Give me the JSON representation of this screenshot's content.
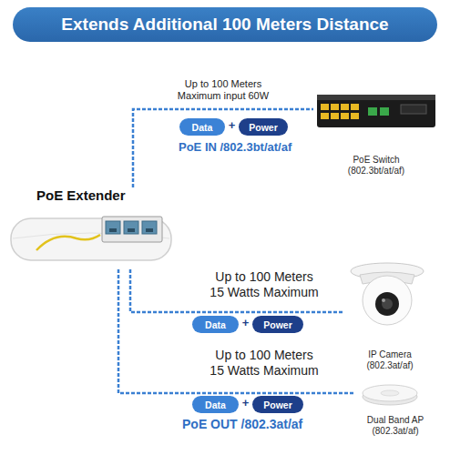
{
  "diagram": {
    "title": "Extends Additional 100 Meters Distance",
    "nodes": [
      {
        "text": [
          "PoE Switch (802.3bt/at/af)"
        ]
      },
      {
        "text": [
          "Data"
        ]
      },
      {
        "text": [
          "Power"
        ]
      },
      {
        "text": [
          "PoE Extender"
        ]
      },
      {
        "text": [
          "IP Camera (802.3at/af)"
        ]
      },
      {
        "text": [
          "Data"
        ]
      },
      {
        "text": [
          "Power"
        ]
      },
      {
        "text": [
          "Dual Band AP (802.3at/af)"
        ]
      },
      {
        "text": [
          "Data"
        ]
      },
      {
        "text": [
          "Power"
        ]
      }
    ],
    "edges": [
      {
        "from": 3,
        "to": 0,
        "arrow": "none"
      },
      {
        "from": 3,
        "to": 4,
        "arrow": "none"
      },
      {
        "from": 3,
        "to": 7,
        "arrow": "none"
      }
    ],
    "labels": [
      "Up to 100 Meters Maximum input 60W",
      "+",
      "PoE IN /802.3bt/at/af",
      "Up to 100 Meters 15 Watts Maximum",
      "+",
      "Up to 100 Meters 15 Watts Maximum",
      "+",
      "PoE OUT /802.3at/af"
    ]
  }
}
